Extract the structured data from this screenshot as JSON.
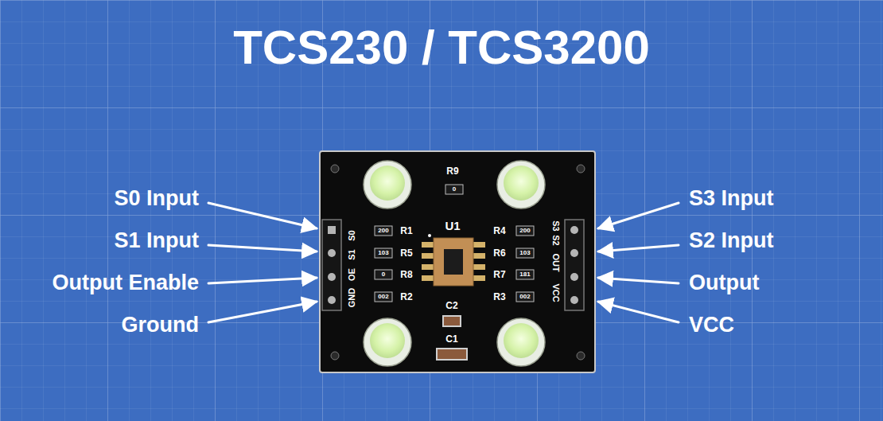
{
  "diagram": {
    "title": "TCS230 / TCS3200",
    "labels": [
      "S0 Input",
      "S1 Input",
      "Output Enable",
      "Ground",
      "S3 Input",
      "S2 Input",
      "Output",
      "VCC",
      "R9",
      "0",
      "U1",
      "R1",
      "200",
      "R5",
      "103",
      "R8",
      "0",
      "R2",
      "002",
      "R4",
      "200",
      "R6",
      "103",
      "R7",
      "181",
      "R3",
      "002",
      "C2",
      "C1",
      "S0",
      "S1",
      "OE",
      "GND",
      "S3",
      "S2",
      "OUT",
      "VCC"
    ]
  }
}
